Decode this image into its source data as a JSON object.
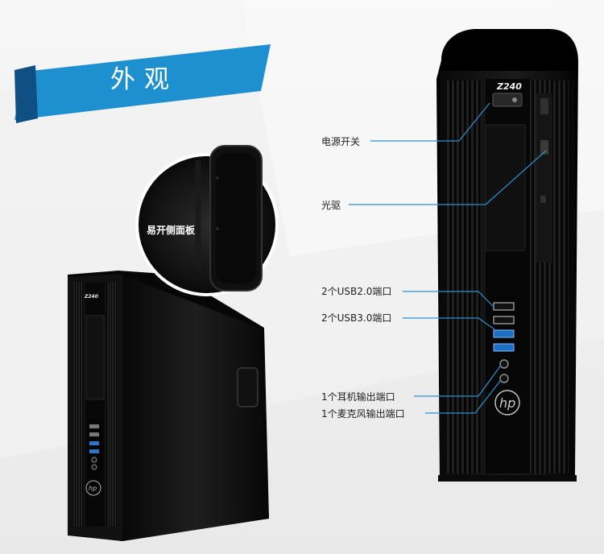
{
  "title": "外观",
  "zoom_label": "易开侧面板",
  "labels": {
    "power": "电源开关",
    "optical": "光驱",
    "usb2": "2个USB2.0端口",
    "usb3": "2个USB3.0端口",
    "headphone": "1个耳机输出端口",
    "mic": "1个麦克风输出端口"
  },
  "model_mark": "Z240",
  "brand_mark": "hp",
  "colors": {
    "ribbon": "#1f92d1",
    "ribbon_dark": "#0f4f84",
    "line": "#2d8ccc",
    "case": "#111111"
  }
}
